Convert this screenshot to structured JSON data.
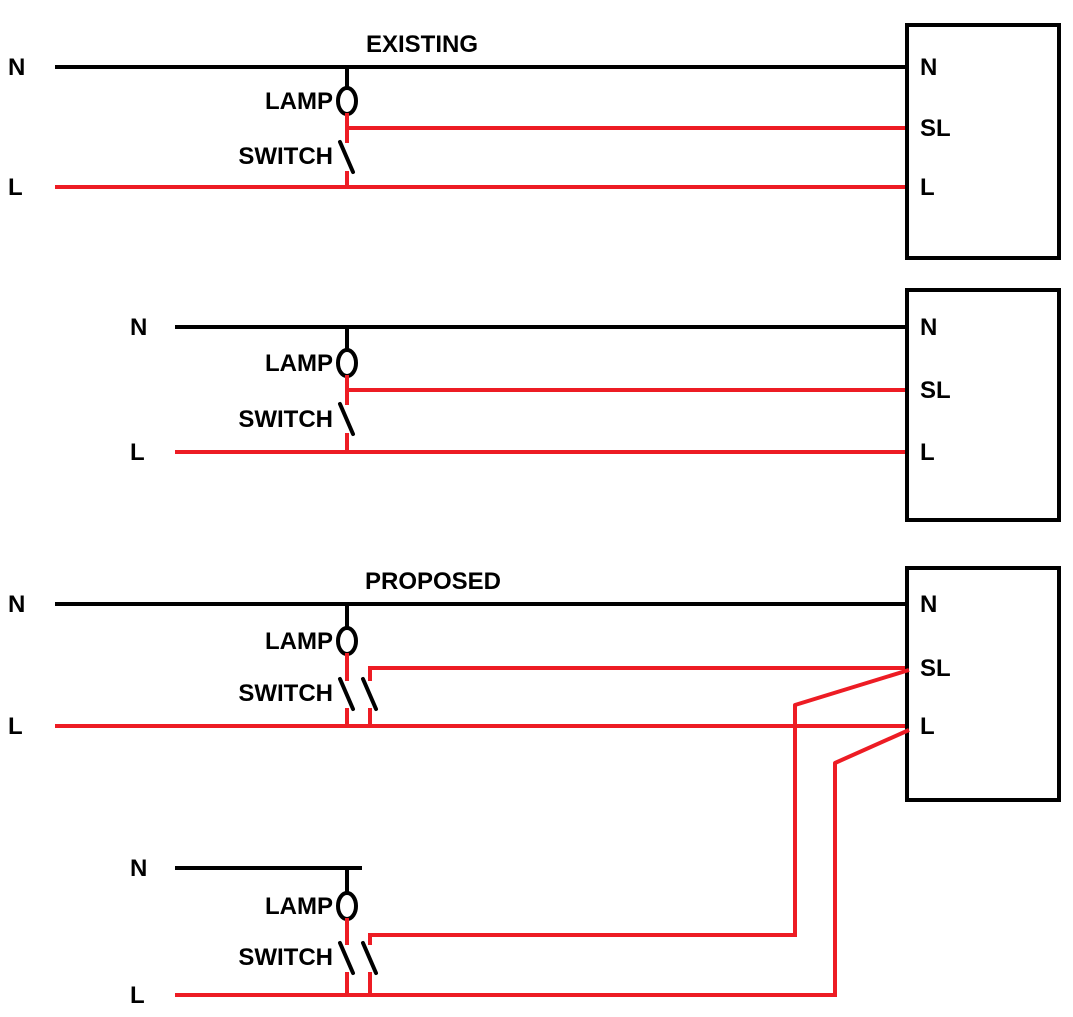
{
  "diagram": {
    "colors": {
      "neutral_wire": "#000000",
      "live_wire": "#ed1c24",
      "text": "#000000",
      "background": "#ffffff"
    },
    "sections": {
      "existing": {
        "title": "EXISTING"
      },
      "proposed": {
        "title": "PROPOSED"
      }
    },
    "labels": {
      "neutral": "N",
      "live": "L",
      "switched_live": "SL",
      "lamp": "LAMP",
      "switch": "SWITCH"
    }
  }
}
